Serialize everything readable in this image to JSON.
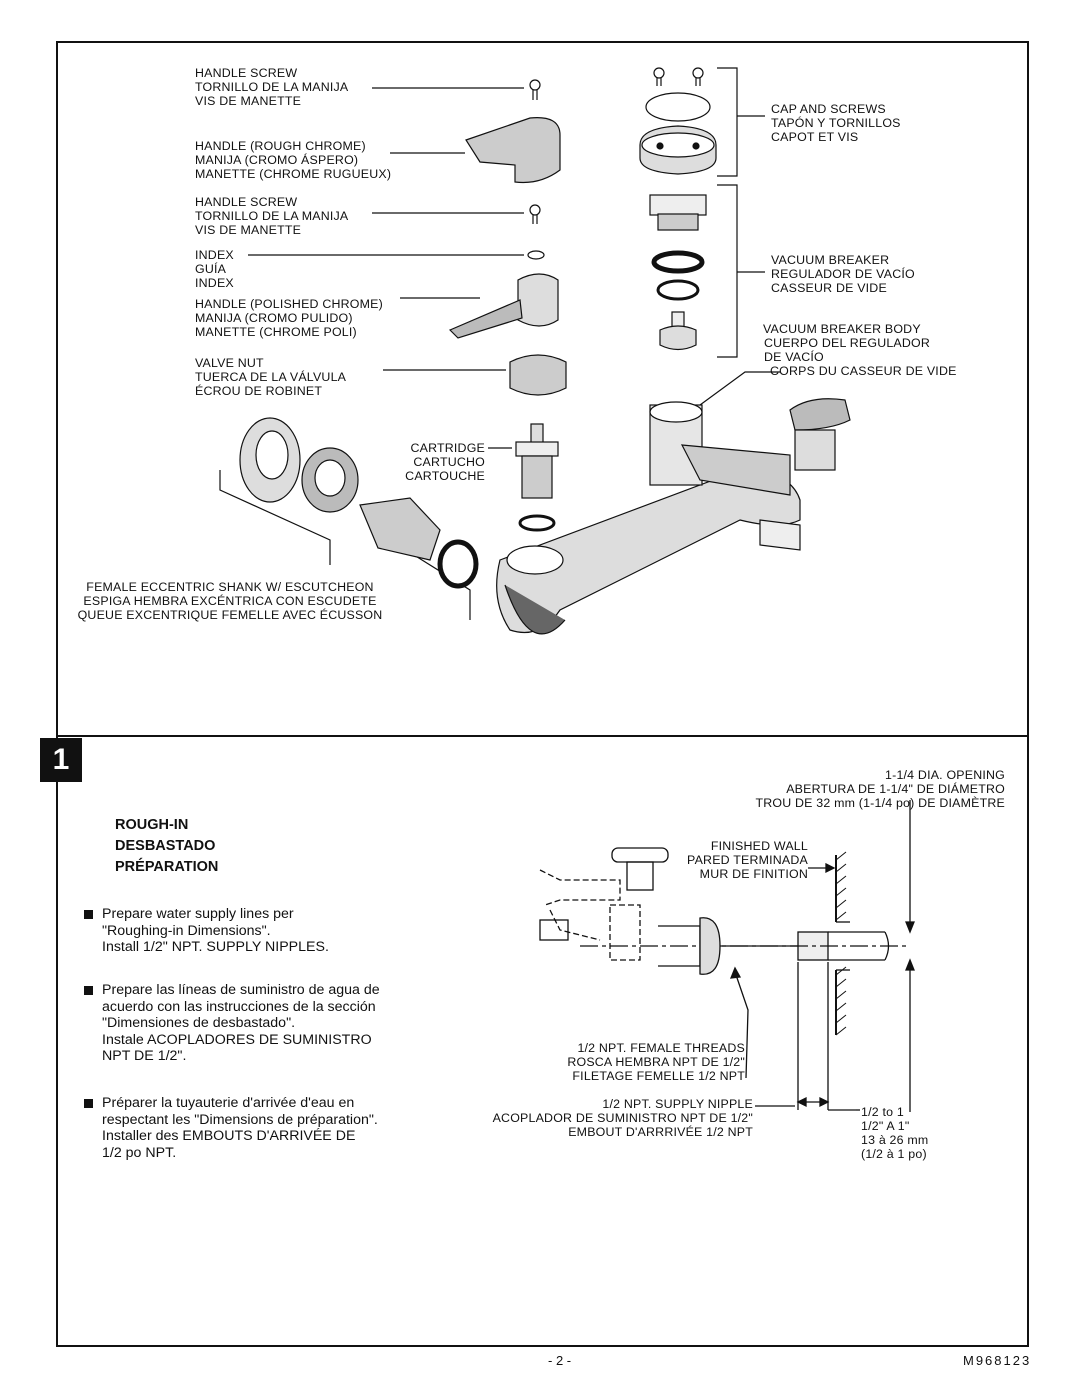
{
  "parts": {
    "handle_screw_1": [
      "HANDLE SCREW",
      "TORNILLO DE LA MANIJA",
      "VIS DE MANETTE"
    ],
    "handle_rough": [
      "HANDLE (ROUGH CHROME)",
      "MANIJA (CROMO ÁSPERO)",
      "MANETTE (CHROME RUGUEUX)"
    ],
    "handle_screw_2": [
      "HANDLE SCREW",
      "TORNILLO DE LA MANIJA",
      "VIS DE MANETTE"
    ],
    "index": [
      "INDEX",
      "GUÍA",
      "INDEX"
    ],
    "handle_polished": [
      "HANDLE (POLISHED CHROME)",
      "MANIJA (CROMO PULIDO)",
      "MANETTE (CHROME POLI)"
    ],
    "valve_nut": [
      "VALVE NUT",
      "TUERCA DE LA VÁLVULA",
      "ÉCROU DE ROBINET"
    ],
    "cartridge": [
      "CARTRIDGE",
      "CARTUCHO",
      "CARTOUCHE"
    ],
    "shank": [
      "FEMALE ECCENTRIC SHANK W/ ESCUTCHEON",
      "ESPIGA HEMBRA EXCÉNTRICA CON ESCUDETE",
      "QUEUE EXCENTRIQUE FEMELLE AVEC ÉCUSSON"
    ],
    "cap_screws": [
      "CAP AND SCREWS",
      "TAPÓN Y TORNILLOS",
      "CAPOT ET VIS"
    ],
    "vacuum_breaker": [
      "VACUUM BREAKER",
      "REGULADOR DE VACÍO",
      "CASSEUR DE VIDE"
    ],
    "vacuum_body": [
      "VACUUM BREAKER BODY",
      "CUERPO DEL REGULADOR",
      "DE VACÍO",
      "CORPS DU CASSEUR DE VIDE"
    ]
  },
  "step": {
    "number": "1"
  },
  "heading": [
    "ROUGH-IN",
    "DESBASTADO",
    "PRÉPARATION"
  ],
  "bullets": [
    [
      "Prepare water supply lines per",
      "\"Roughing-in Dimensions\".",
      "Install 1/2\" NPT. SUPPLY NIPPLES."
    ],
    [
      "Prepare las líneas de suministro de agua de",
      "acuerdo con las instrucciones de la sección",
      "\"Dimensiones de desbastado\".",
      "Instale ACOPLADORES DE SUMINISTRO",
      "NPT DE 1/2\"."
    ],
    [
      "Préparer la tuyauterie d'arrivée d'eau en",
      "respectant les \"Dimensions de préparation\".",
      "Installer des EMBOUTS D'ARRIVÉE DE",
      "1/2 po NPT."
    ]
  ],
  "rough": {
    "opening": [
      "1-1/4 DIA. OPENING",
      "ABERTURA DE 1-1/4\" DE DIÁMETRO",
      "TROU DE 32 mm (1-1/4 po) DE DIAMÈTRE"
    ],
    "wall": [
      "FINISHED WALL",
      "PARED TERMINADA",
      "MUR DE FINITION"
    ],
    "threads": [
      "1/2 NPT. FEMALE THREADS",
      "ROSCA HEMBRA NPT DE 1/2\"",
      "FILETAGE FEMELLE 1/2 NPT"
    ],
    "nipple": [
      "1/2 NPT. SUPPLY NIPPLE",
      "ACOPLADOR DE SUMINISTRO NPT DE 1/2\"",
      "EMBOUT D'ARRRIVÉE 1/2 NPT"
    ],
    "dimension": [
      "1/2 to 1",
      "1/2\" A 1\"",
      "13 à 26 mm",
      "(1/2 à 1 po)"
    ]
  },
  "footer": {
    "page": "- 2 -",
    "code": "M968123"
  }
}
